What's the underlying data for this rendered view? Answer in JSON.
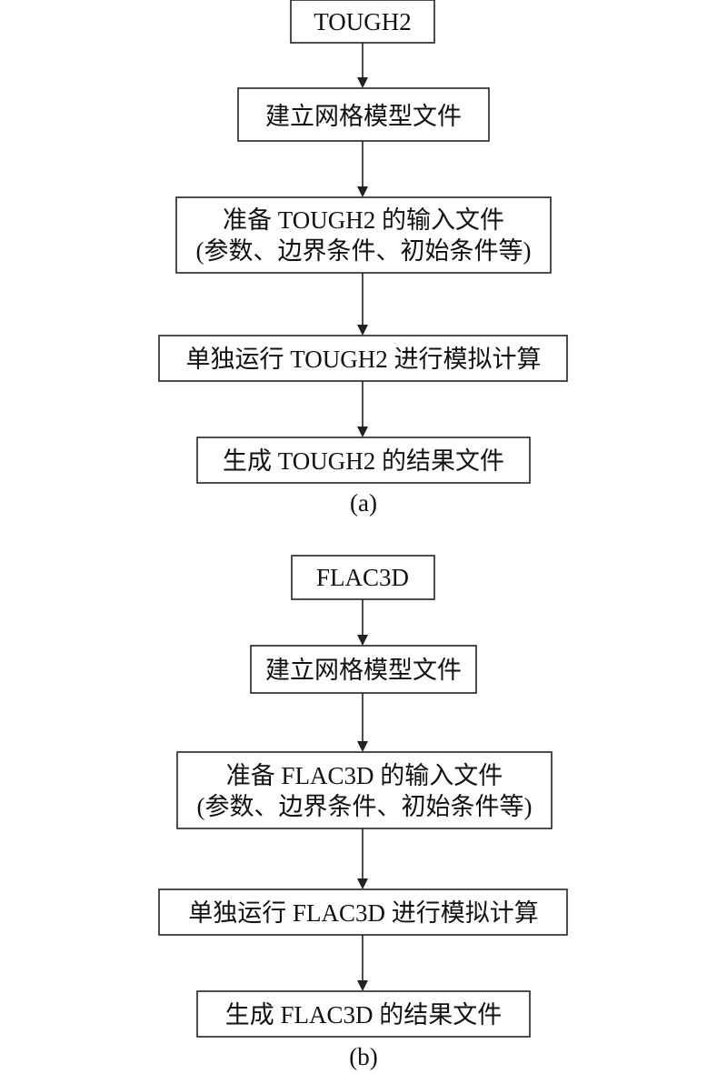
{
  "flowchart_a": {
    "title_box": "TOUGH2",
    "step1": "建立网格模型文件",
    "step2_line1": "准备 TOUGH2 的输入文件",
    "step2_line2": "(参数、边界条件、初始条件等)",
    "step3": "单独运行 TOUGH2 进行模拟计算",
    "step4": "生成 TOUGH2 的结果文件",
    "caption": "(a)"
  },
  "flowchart_b": {
    "title_box": "FLAC3D",
    "step1": "建立网格模型文件",
    "step2_line1": "准备 FLAC3D 的输入文件",
    "step2_line2": "(参数、边界条件、初始条件等)",
    "step3": "单独运行 FLAC3D 进行模拟计算",
    "step4": "生成 FLAC3D 的结果文件",
    "caption": "(b)"
  }
}
